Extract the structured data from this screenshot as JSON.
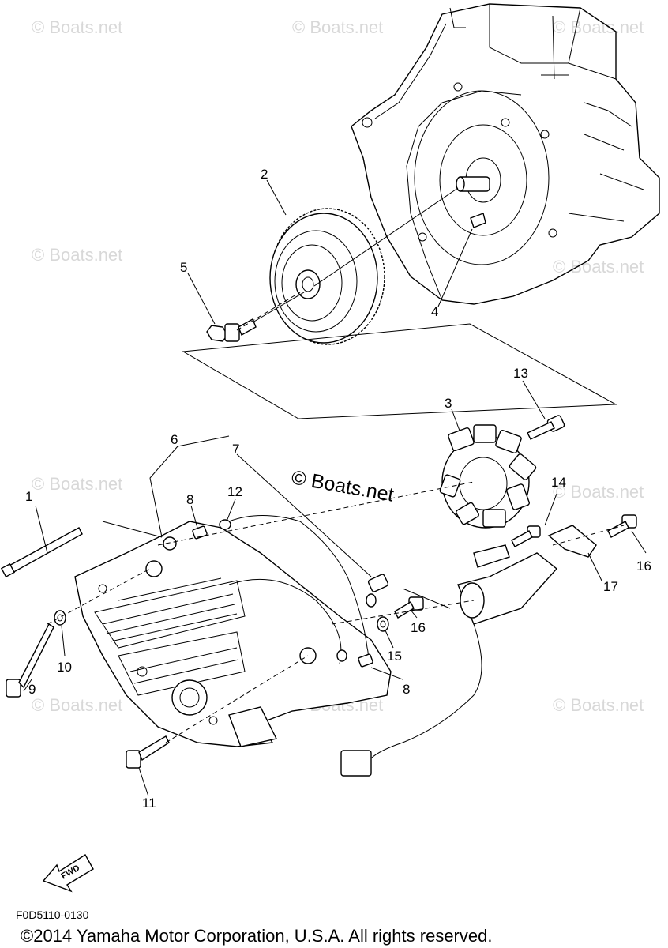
{
  "watermark": "© Boats.net",
  "callouts": {
    "c1": "1",
    "c2": "2",
    "c3": "3",
    "c4": "4",
    "c5": "5",
    "c6": "6",
    "c7": "7",
    "c8a": "8",
    "c8b": "8",
    "c9": "9",
    "c10": "10",
    "c11": "11",
    "c12": "12",
    "c13": "13",
    "c14": "14",
    "c15": "15",
    "c16a": "16",
    "c16b": "16",
    "c17": "17"
  },
  "fwd_label": "FWD",
  "part_code": "F0D5110-0130",
  "copyright": "©2014 Yamaha Motor Corporation, U.S.A. All rights reserved."
}
